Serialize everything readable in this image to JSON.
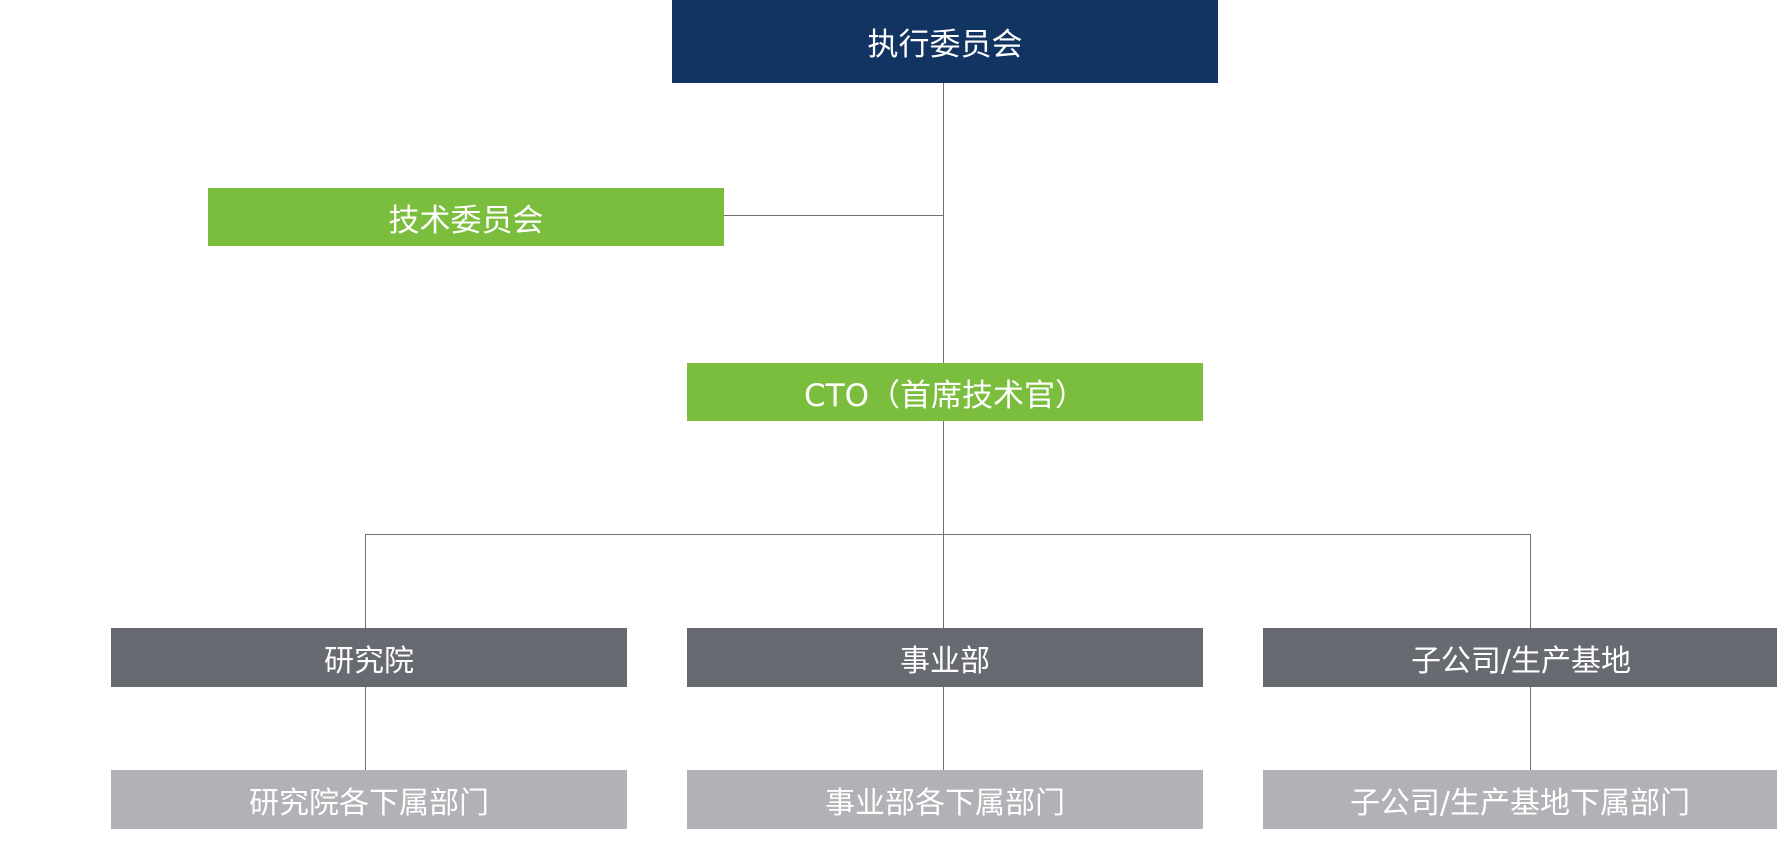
{
  "org_chart": {
    "executive_committee": "执行委员会",
    "technical_committee": "技术委员会",
    "cto": "CTO（首席技术官）",
    "units": [
      {
        "name": "研究院",
        "sub": "研究院各下属部门"
      },
      {
        "name": "事业部",
        "sub": "事业部各下属部门"
      },
      {
        "name": "子公司/生产基地",
        "sub": "子公司/生产基地下属部门"
      }
    ]
  },
  "colors": {
    "navy": "#123462",
    "green": "#7bbd3c",
    "dark_gray": "#686a72",
    "light_gray": "#b1b2b6",
    "connector": "#6d6f73"
  }
}
